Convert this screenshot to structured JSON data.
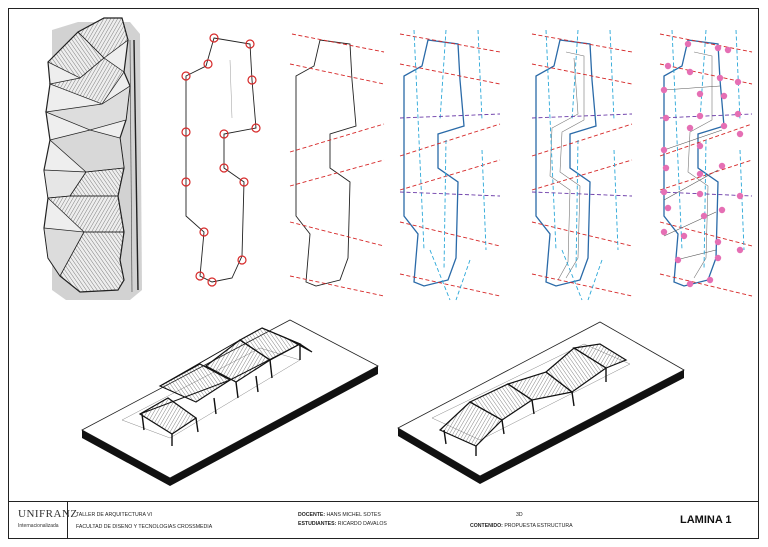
{
  "titleblock": {
    "logo_text": "UNIFRANZ",
    "logo_sub": "Internacionalizada",
    "course": "TALLER DE ARQUITECTURA VI",
    "faculty": "FACULTAD DE DISENO Y TECNOLOGIAS CROSSMEDIA",
    "docente_label": "DOCENTE:",
    "docente_value": "HANS MICHEL SOTES",
    "estudiantes_label": "ESTUDIANTES:",
    "estudiantes_value": "RICARDO DAVALOS",
    "view_code": "3D",
    "contenido_label": "CONTENIDO:",
    "contenido_value": "PROPUESTA ESTRUCTURA",
    "sheet_label": "LAMINA 1"
  },
  "colors": {
    "line": "#222222",
    "red_marker": "#d62828",
    "cyan_guide": "#2aa7d8",
    "purple_guide": "#6a3aa8",
    "pink_node": "#e56fb4",
    "site_gray": "#cfcfcf"
  }
}
